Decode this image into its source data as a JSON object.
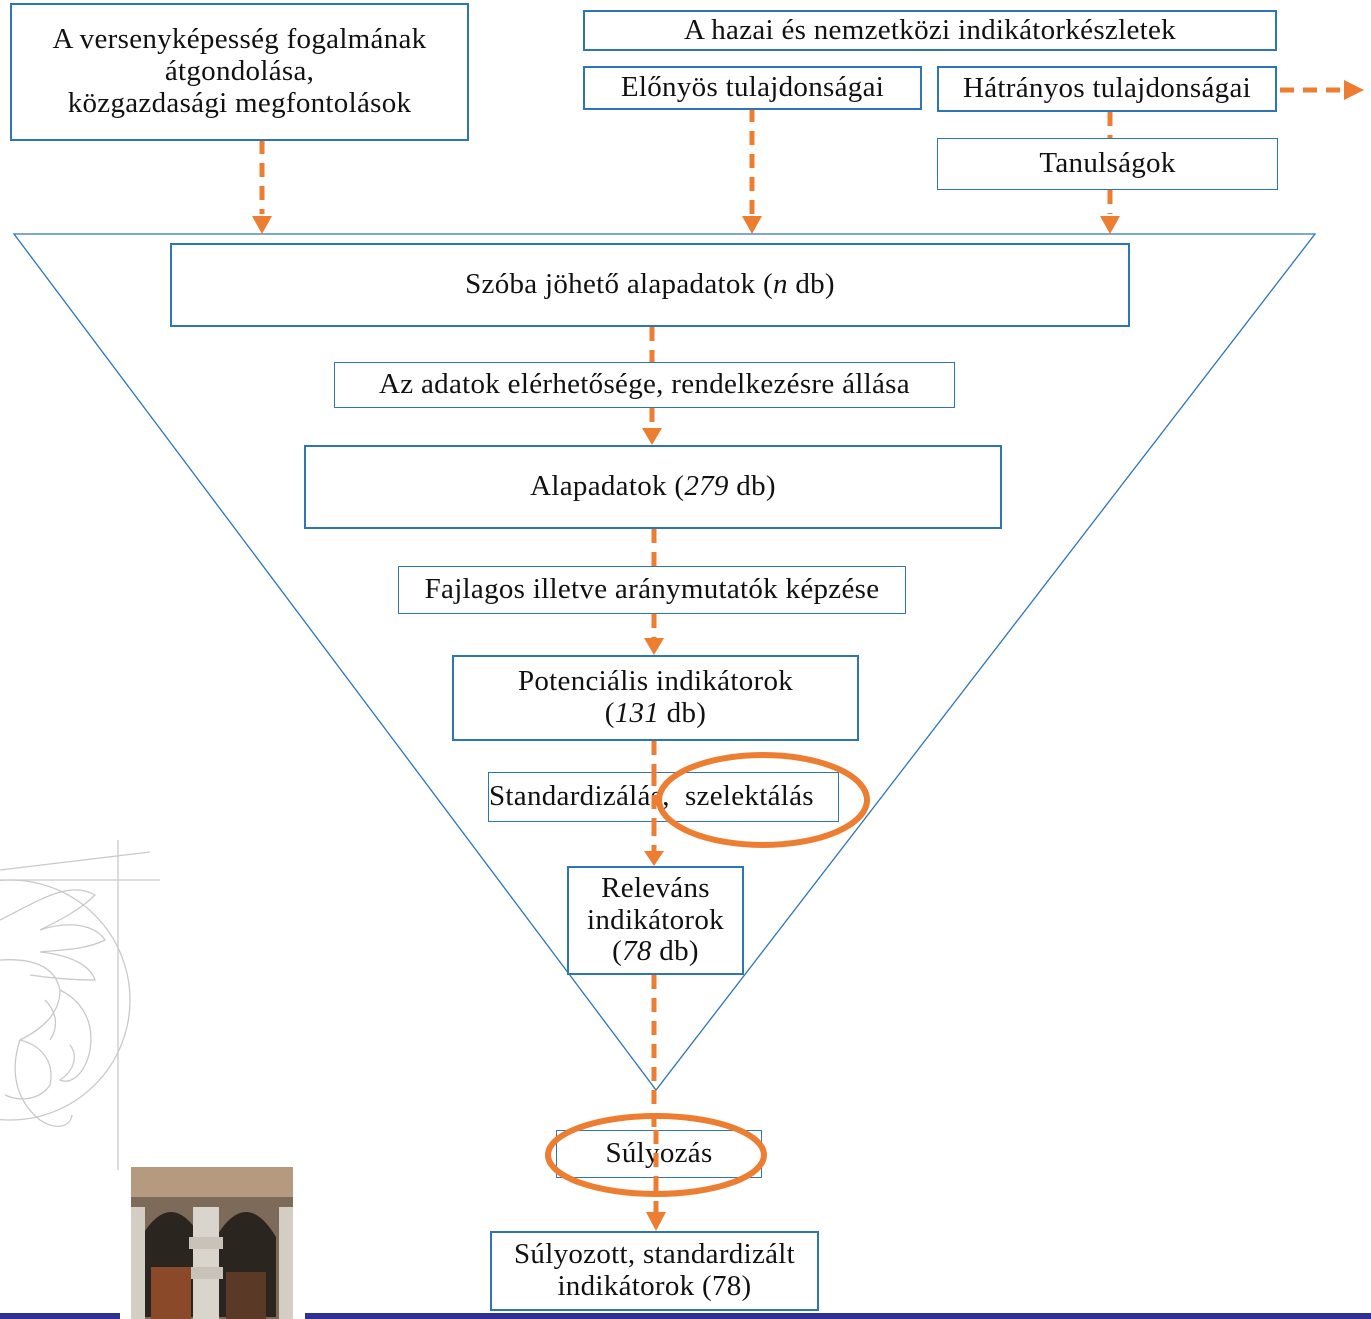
{
  "concept_box": {
    "line1": "A versenyképesség fogalmának",
    "line2": "átgondolása,",
    "line3": "közgazdasági megfontolások"
  },
  "indicator_sets": {
    "title": "A hazai és nemzetközi indikátorkészletek",
    "advantages": "Előnyös tulajdonságai",
    "disadvantages": "Hátrányos tulajdonságai",
    "lessons": "Tanulságok"
  },
  "funnel": {
    "candidate_data": {
      "prefix": "Szóba jöhető alapadatok (",
      "count": "n",
      "suffix": " db)"
    },
    "availability": "Az adatok elérhetősége, rendelkezésre állása",
    "base_data": {
      "prefix": "Alapadatok (",
      "count": "279",
      "suffix": " db)"
    },
    "ratio_forming": "Fajlagos illetve aránymutatók képzése",
    "potential": {
      "line1": "Potenciális indikátorok",
      "prefix": "(",
      "count": "131",
      "suffix": " db)"
    },
    "standardization": "Standardizálás,  szelektálás",
    "relevant": {
      "line1": "Releváns",
      "line2": "indikátorok",
      "prefix": "(",
      "count": "78",
      "suffix": " db)"
    }
  },
  "weighting": "Súlyozás",
  "result": {
    "line1": "Súlyozott, standardizált",
    "line2": "indikátorok (78)"
  },
  "colors": {
    "box_border": "#2e75b6",
    "arrow": "#ed7d31",
    "highlight": "#ed7d31",
    "funnel_line": "#2e75b6",
    "bottom_bar": "#2e3192"
  }
}
